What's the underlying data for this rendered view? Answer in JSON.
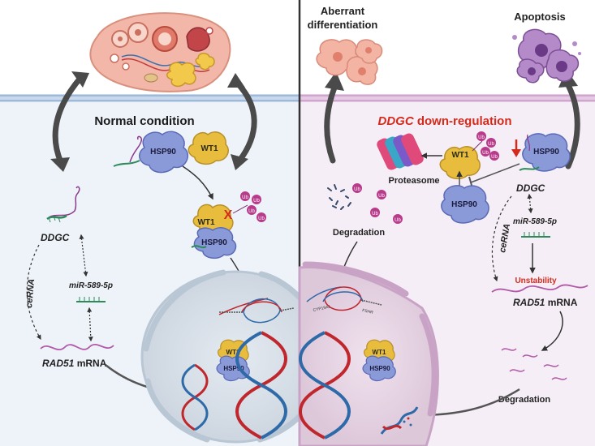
{
  "left": {
    "heading": "Normal condition",
    "wt1": "WT1",
    "hsp90": "HSP90",
    "ub": "Ub",
    "x_mark": "X",
    "ddgc": "DDGC",
    "cerna": "ceRNA",
    "mir": "miR-589-5p",
    "rad51": "RAD51",
    "mrna": " mRNA"
  },
  "right": {
    "heading_gene": "DDGC",
    "heading_rest": " down-regulation",
    "aberrant_line1": "Aberrant",
    "aberrant_line2": "differentiation",
    "apoptosis": "Apoptosis",
    "proteasome": "Proteasome",
    "degradation": "Degradation",
    "wt1": "WT1",
    "hsp90": "HSP90",
    "ub": "Ub",
    "ddgc": "DDGC",
    "cerna": "ceRNA",
    "mir": "miR-589-5p",
    "unstability": "Unstability",
    "rad51": "RAD51",
    "mrna": " mRNA",
    "degradation2": "Degradation",
    "fshr": "FSHR",
    "cyp19a1": "CYP19A1"
  },
  "colors": {
    "left_bg": "#eef3fa",
    "right_bg": "#f6eef6",
    "red_accent": "#d42a1c",
    "wt1_yellow": "#e8bd3e",
    "hsp90_blue": "#8a9ad8",
    "ub_purple": "#b83a8a",
    "dna_red": "#c0272d",
    "dna_blue": "#2e6aa8"
  }
}
